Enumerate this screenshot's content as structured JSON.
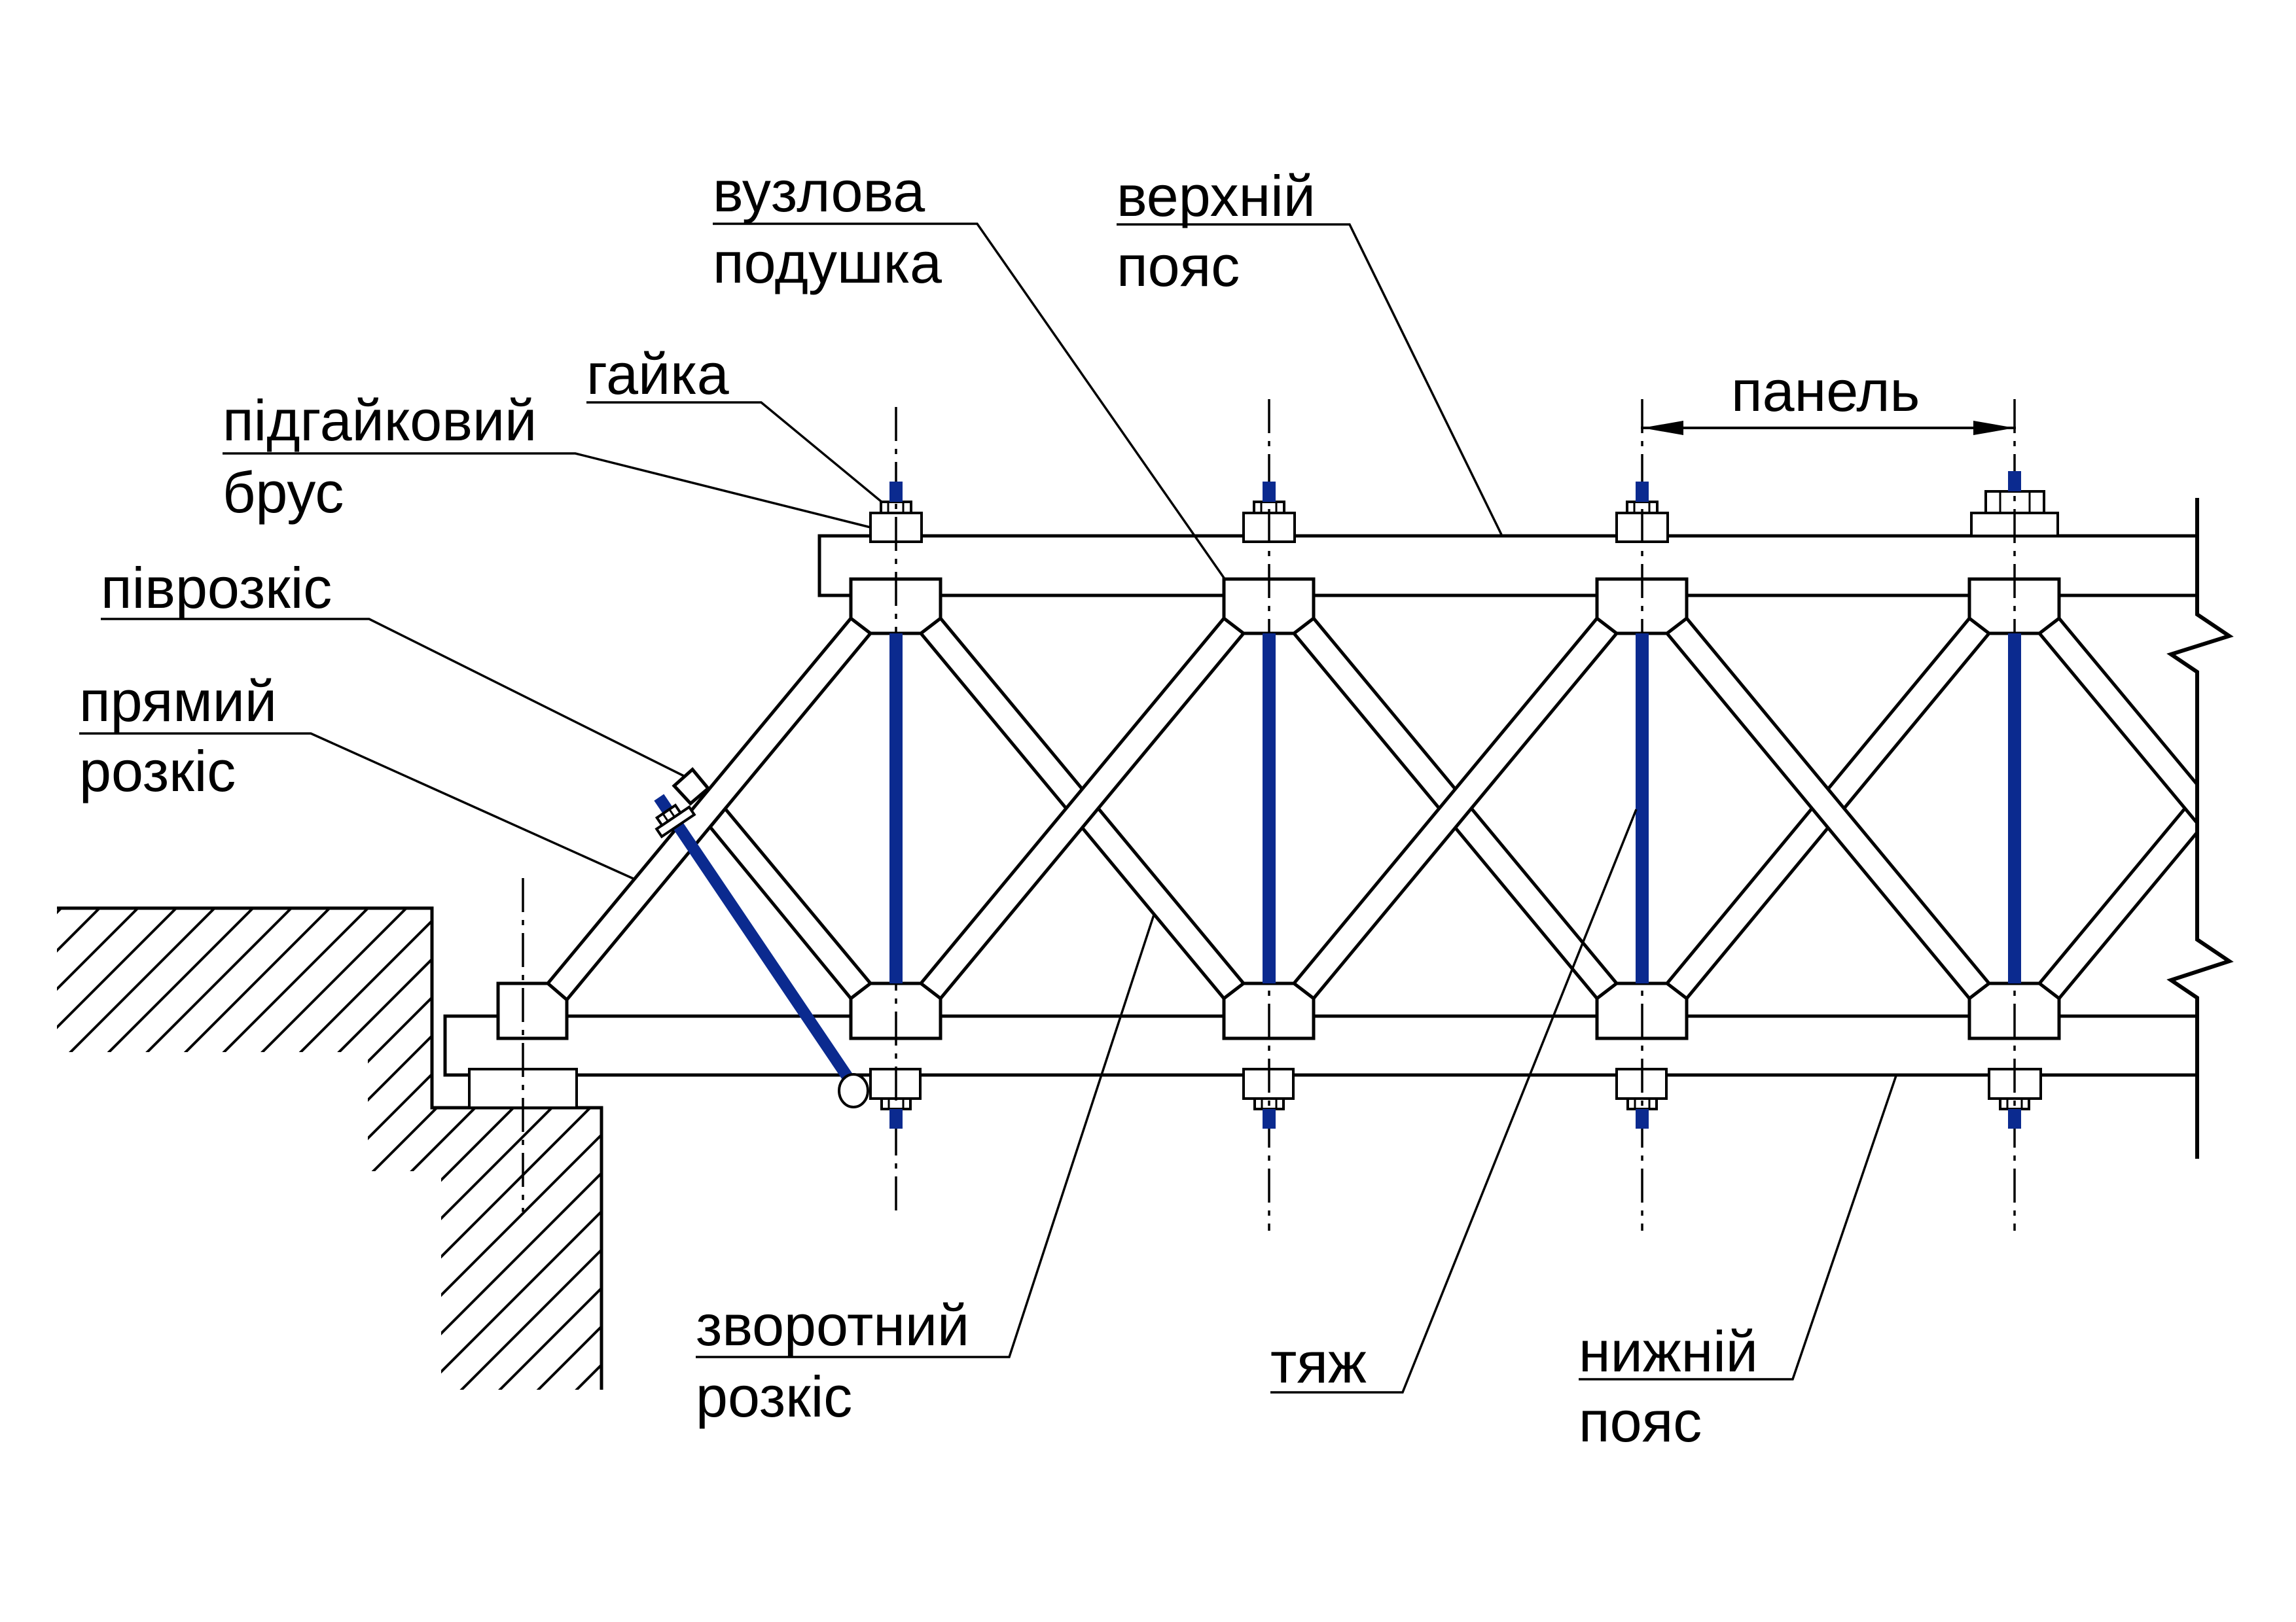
{
  "labels": {
    "node_pad": [
      "вузлова",
      "подушка"
    ],
    "top_chord": [
      "верхній",
      "пояс"
    ],
    "nut": "гайка",
    "nut_beam": [
      "підгайковий",
      "брус"
    ],
    "half_brace": "піврозкіс",
    "main_brace": [
      "прямий",
      "розкіс"
    ],
    "panel": "панель",
    "counter_brace": [
      "зворотний",
      "розкіс"
    ],
    "tie": "тяж",
    "bottom_chord": [
      "нижній",
      "пояс"
    ]
  },
  "colors": {
    "line": "#000000",
    "steel_tie": "#0b2a8f",
    "background": "#ffffff"
  }
}
